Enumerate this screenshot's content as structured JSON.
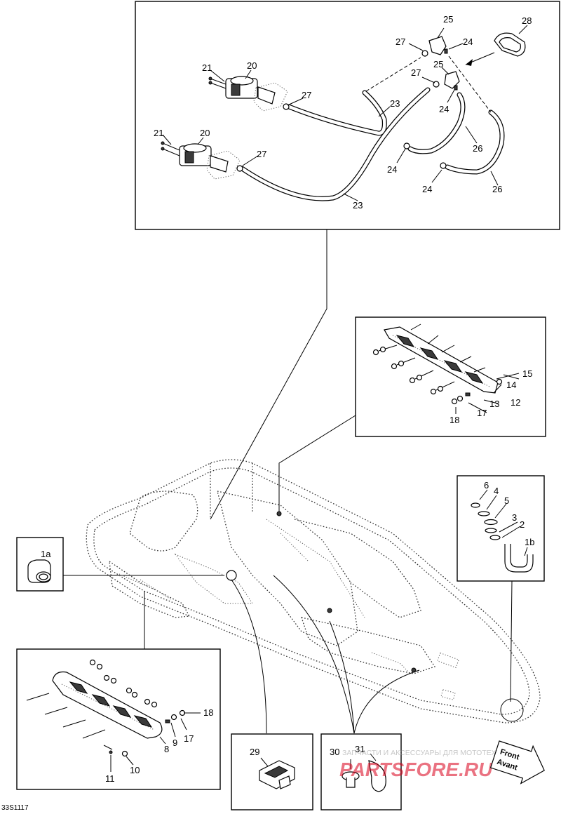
{
  "figure_code": "33S1117",
  "callouts": {
    "n1a": "1a",
    "n1b": "1b",
    "n2": "2",
    "n3": "3",
    "n4": "4",
    "n5": "5",
    "n6": "6",
    "n8": "8",
    "n9": "9",
    "n10": "10",
    "n11": "11",
    "n12": "12",
    "n13": "13",
    "n14": "14",
    "n15": "15",
    "n17": "17",
    "n18": "18",
    "n20": "20",
    "n21": "21",
    "n23": "23",
    "n24": "24",
    "n25": "25",
    "n26": "26",
    "n27": "27",
    "n28": "28",
    "n29": "29",
    "n30": "30",
    "n31": "31"
  },
  "direction_sign": {
    "line1": "Front",
    "line2": "Avant"
  },
  "watermark": {
    "tagline": "ЗАПЧАСТИ И АКСЕССУАРЫ ДЛЯ МОТОТЕХНИКИ",
    "logo": "PARTSFORE.RU"
  },
  "colors": {
    "ink": "#000000",
    "paper": "#ffffff",
    "watermark_red": "#d9001b"
  }
}
